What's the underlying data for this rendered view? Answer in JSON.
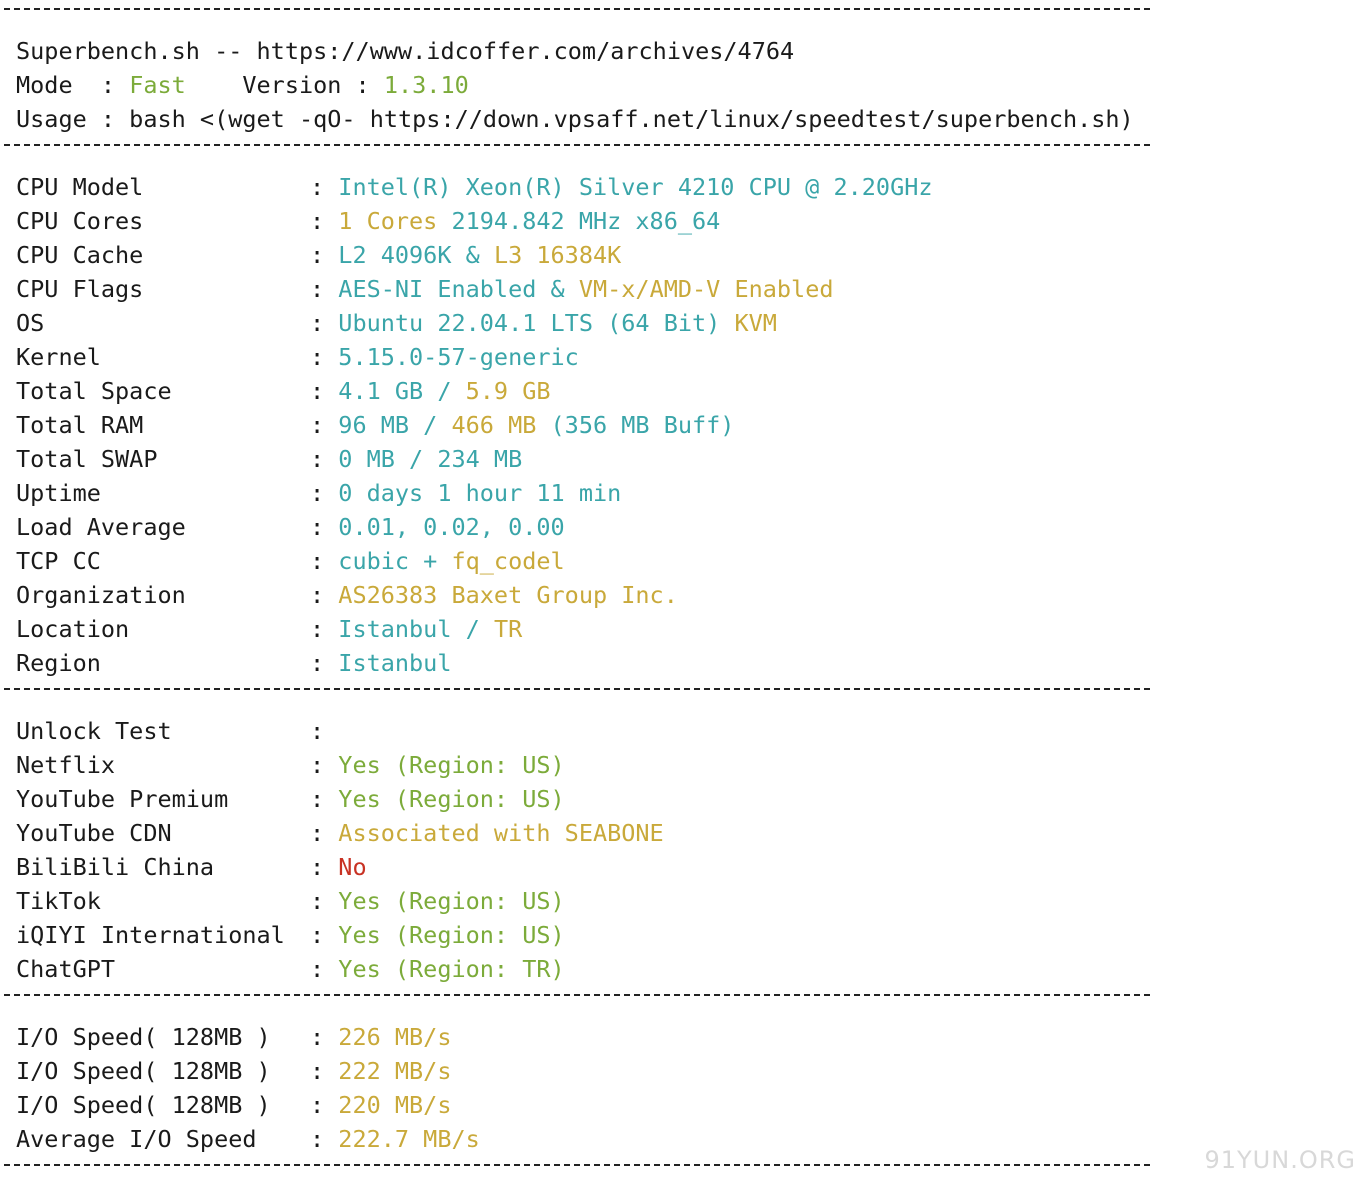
{
  "palette": {
    "cyan": "#3aa5a9",
    "yellow": "#c9a93a",
    "green": "#7cab3a",
    "red": "#c83224",
    "text": "#1a1a1a"
  },
  "header": {
    "title_line": "Superbench.sh -- https://www.idcoffer.com/archives/4764",
    "mode_label": "Mode  : ",
    "mode_value": "Fast",
    "version_label": "    Version : ",
    "version_value": "1.3.10",
    "usage_line": "Usage : bash <(wget -qO- https://down.vpsaff.net/linux/speedtest/superbench.sh)"
  },
  "sysinfo": [
    {
      "label": "CPU Model",
      "parts": [
        {
          "text": "Intel(R) Xeon(R) Silver 4210 CPU @ 2.20GHz",
          "color": "cyan"
        }
      ]
    },
    {
      "label": "CPU Cores",
      "parts": [
        {
          "text": "1 Cores ",
          "color": "yellow"
        },
        {
          "text": "2194.842 MHz x86_64",
          "color": "cyan"
        }
      ]
    },
    {
      "label": "CPU Cache",
      "parts": [
        {
          "text": "L2 4096K & ",
          "color": "cyan"
        },
        {
          "text": "L3 16384K",
          "color": "yellow"
        }
      ]
    },
    {
      "label": "CPU Flags",
      "parts": [
        {
          "text": "AES-NI Enabled & ",
          "color": "cyan"
        },
        {
          "text": "VM-x/AMD-V Enabled",
          "color": "yellow"
        }
      ]
    },
    {
      "label": "OS",
      "parts": [
        {
          "text": "Ubuntu 22.04.1 LTS (64 Bit) ",
          "color": "cyan"
        },
        {
          "text": "KVM",
          "color": "yellow"
        }
      ]
    },
    {
      "label": "Kernel",
      "parts": [
        {
          "text": "5.15.0-57-generic",
          "color": "cyan"
        }
      ]
    },
    {
      "label": "Total Space",
      "parts": [
        {
          "text": "4.1 GB / ",
          "color": "cyan"
        },
        {
          "text": "5.9 GB",
          "color": "yellow"
        }
      ]
    },
    {
      "label": "Total RAM",
      "parts": [
        {
          "text": "96 MB / ",
          "color": "cyan"
        },
        {
          "text": "466 MB",
          "color": "yellow"
        },
        {
          "text": " (356 MB Buff)",
          "color": "cyan"
        }
      ]
    },
    {
      "label": "Total SWAP",
      "parts": [
        {
          "text": "0 MB / 234 MB",
          "color": "cyan"
        }
      ]
    },
    {
      "label": "Uptime",
      "parts": [
        {
          "text": "0 days 1 hour 11 min",
          "color": "cyan"
        }
      ]
    },
    {
      "label": "Load Average",
      "parts": [
        {
          "text": "0.01, 0.02, 0.00",
          "color": "cyan"
        }
      ]
    },
    {
      "label": "TCP CC",
      "parts": [
        {
          "text": "cubic + ",
          "color": "cyan"
        },
        {
          "text": "fq_codel",
          "color": "yellow"
        }
      ]
    },
    {
      "label": "Organization",
      "parts": [
        {
          "text": "AS26383 Baxet Group Inc.",
          "color": "yellow"
        }
      ]
    },
    {
      "label": "Location",
      "parts": [
        {
          "text": "Istanbul / ",
          "color": "cyan"
        },
        {
          "text": "TR",
          "color": "yellow"
        }
      ]
    },
    {
      "label": "Region",
      "parts": [
        {
          "text": "Istanbul",
          "color": "cyan"
        }
      ]
    }
  ],
  "unlock": [
    {
      "label": "Unlock Test",
      "parts": []
    },
    {
      "label": "Netflix",
      "parts": [
        {
          "text": "Yes (Region: US)",
          "color": "green"
        }
      ]
    },
    {
      "label": "YouTube Premium",
      "parts": [
        {
          "text": "Yes (Region: US)",
          "color": "green"
        }
      ]
    },
    {
      "label": "YouTube CDN",
      "parts": [
        {
          "text": "Associated with SEABONE",
          "color": "yellow"
        }
      ]
    },
    {
      "label": "BiliBili China",
      "parts": [
        {
          "text": "No",
          "color": "red"
        }
      ]
    },
    {
      "label": "TikTok",
      "parts": [
        {
          "text": "Yes (Region: US)",
          "color": "green"
        }
      ]
    },
    {
      "label": "iQIYI International",
      "parts": [
        {
          "text": "Yes (Region: US)",
          "color": "green"
        }
      ]
    },
    {
      "label": "ChatGPT",
      "parts": [
        {
          "text": "Yes (Region: TR)",
          "color": "green"
        }
      ]
    }
  ],
  "io": [
    {
      "label": "I/O Speed( 128MB )",
      "parts": [
        {
          "text": "226 MB/s",
          "color": "yellow"
        }
      ]
    },
    {
      "label": "I/O Speed( 128MB )",
      "parts": [
        {
          "text": "222 MB/s",
          "color": "yellow"
        }
      ]
    },
    {
      "label": "I/O Speed( 128MB )",
      "parts": [
        {
          "text": "220 MB/s",
          "color": "yellow"
        }
      ]
    },
    {
      "label": "Average I/O Speed",
      "parts": [
        {
          "text": "222.7 MB/s",
          "color": "yellow"
        }
      ]
    }
  ],
  "colon": ": ",
  "watermark": "91YUN.ORG"
}
